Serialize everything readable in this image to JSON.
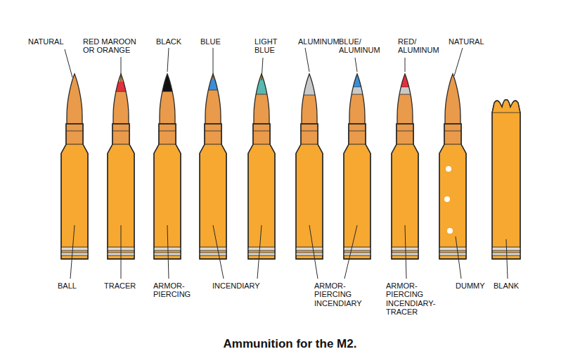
{
  "diagram": {
    "caption": "Ammunition for the M2.",
    "labels": [
      "NATURAL",
      "RED MAROON OR ORANGE",
      "BLACK",
      "BLUE",
      "LIGHT BLUE",
      "ALUMINUM",
      "BLUE/ ALUMINUM",
      "RED/ ALUMINUM",
      "NATURAL",
      "BALL",
      "TRACER",
      "ARMOR- PIERCING",
      "INCENDIARY",
      "ARMOR- PIERCING INCENDIARY",
      "ARMOR- PIERCING INCENDIARY- TRACER",
      "DUMMY",
      "BLANK"
    ]
  }
}
